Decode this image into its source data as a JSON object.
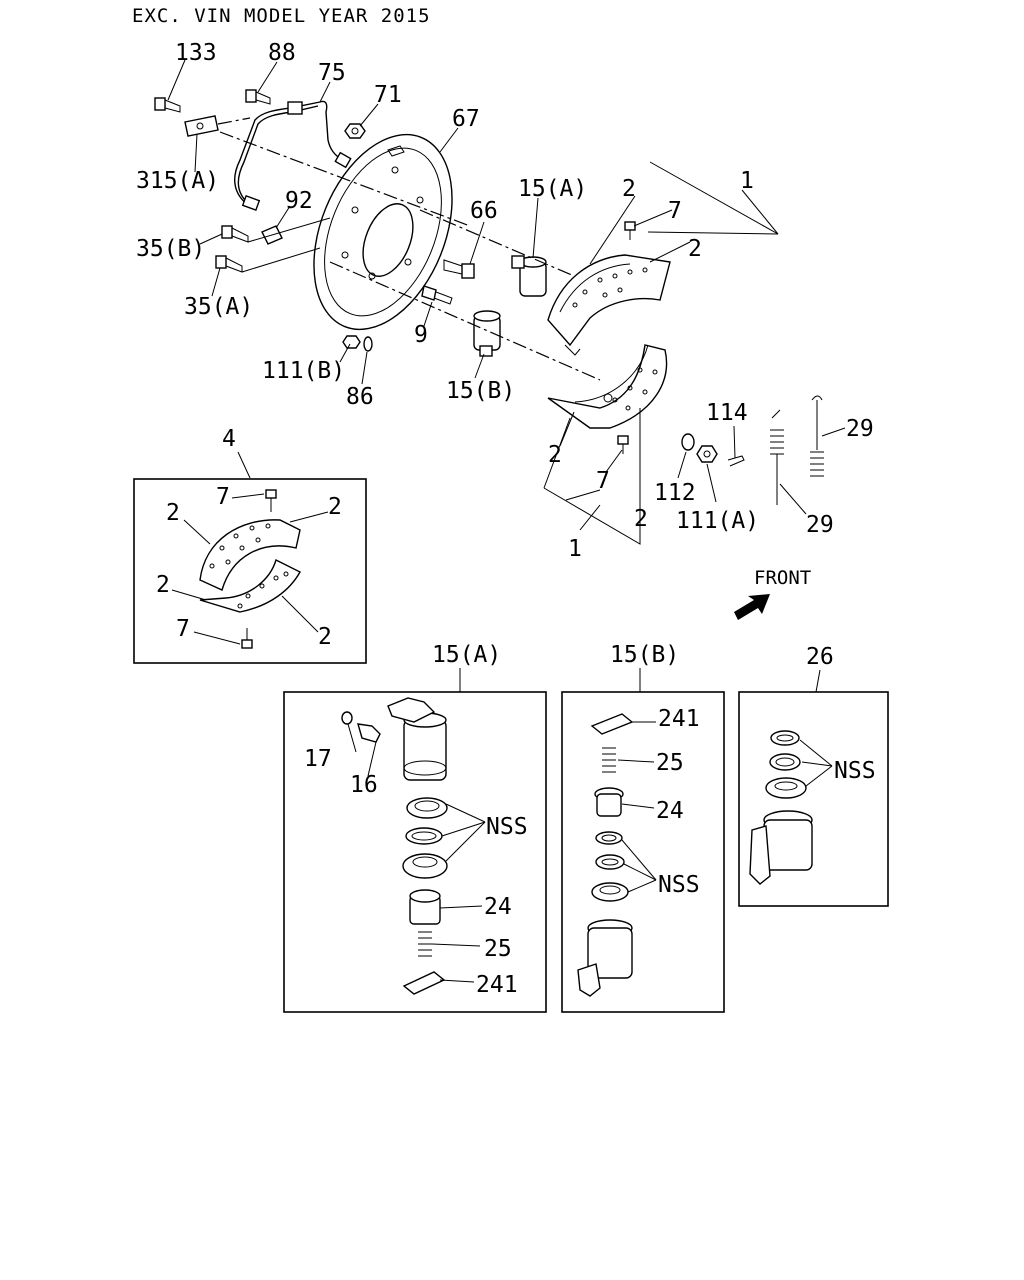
{
  "header": "EXC. VIN MODEL YEAR 2015",
  "labels": {
    "p133": "133",
    "p88": "88",
    "p75": "75",
    "p71": "71",
    "p67": "67",
    "p315a": "315(A)",
    "p92": "92",
    "p35b": "35(B)",
    "p35a": "35(A)",
    "p66": "66",
    "p15a": "15(A)",
    "p9": "9",
    "p111b": "111(B)",
    "p86": "86",
    "p15b": "15(B)",
    "shoe_2a": "2",
    "shoe_1a": "1",
    "shoe_7a": "7",
    "shoe_2b": "2",
    "shoe_2c": "2",
    "shoe_7b": "7",
    "shoe_2d": "2",
    "shoe_1b": "1",
    "p114": "114",
    "p29a": "29",
    "p112": "112",
    "p111a": "111(A)",
    "p29b": "29",
    "front": "FRONT"
  },
  "kit4": {
    "title": "4",
    "l7a": "7",
    "l2a": "2",
    "l2b": "2",
    "l2c": "2",
    "l7b": "7",
    "l2d": "2"
  },
  "box15a": {
    "title": "15(A)",
    "l17": "17",
    "l16": "16",
    "nss": "NSS",
    "l24": "24",
    "l25": "25",
    "l241": "241"
  },
  "box15b": {
    "title": "15(B)",
    "l241": "241",
    "l25": "25",
    "l24": "24",
    "nss": "NSS"
  },
  "box26": {
    "title": "26",
    "nss": "NSS"
  }
}
